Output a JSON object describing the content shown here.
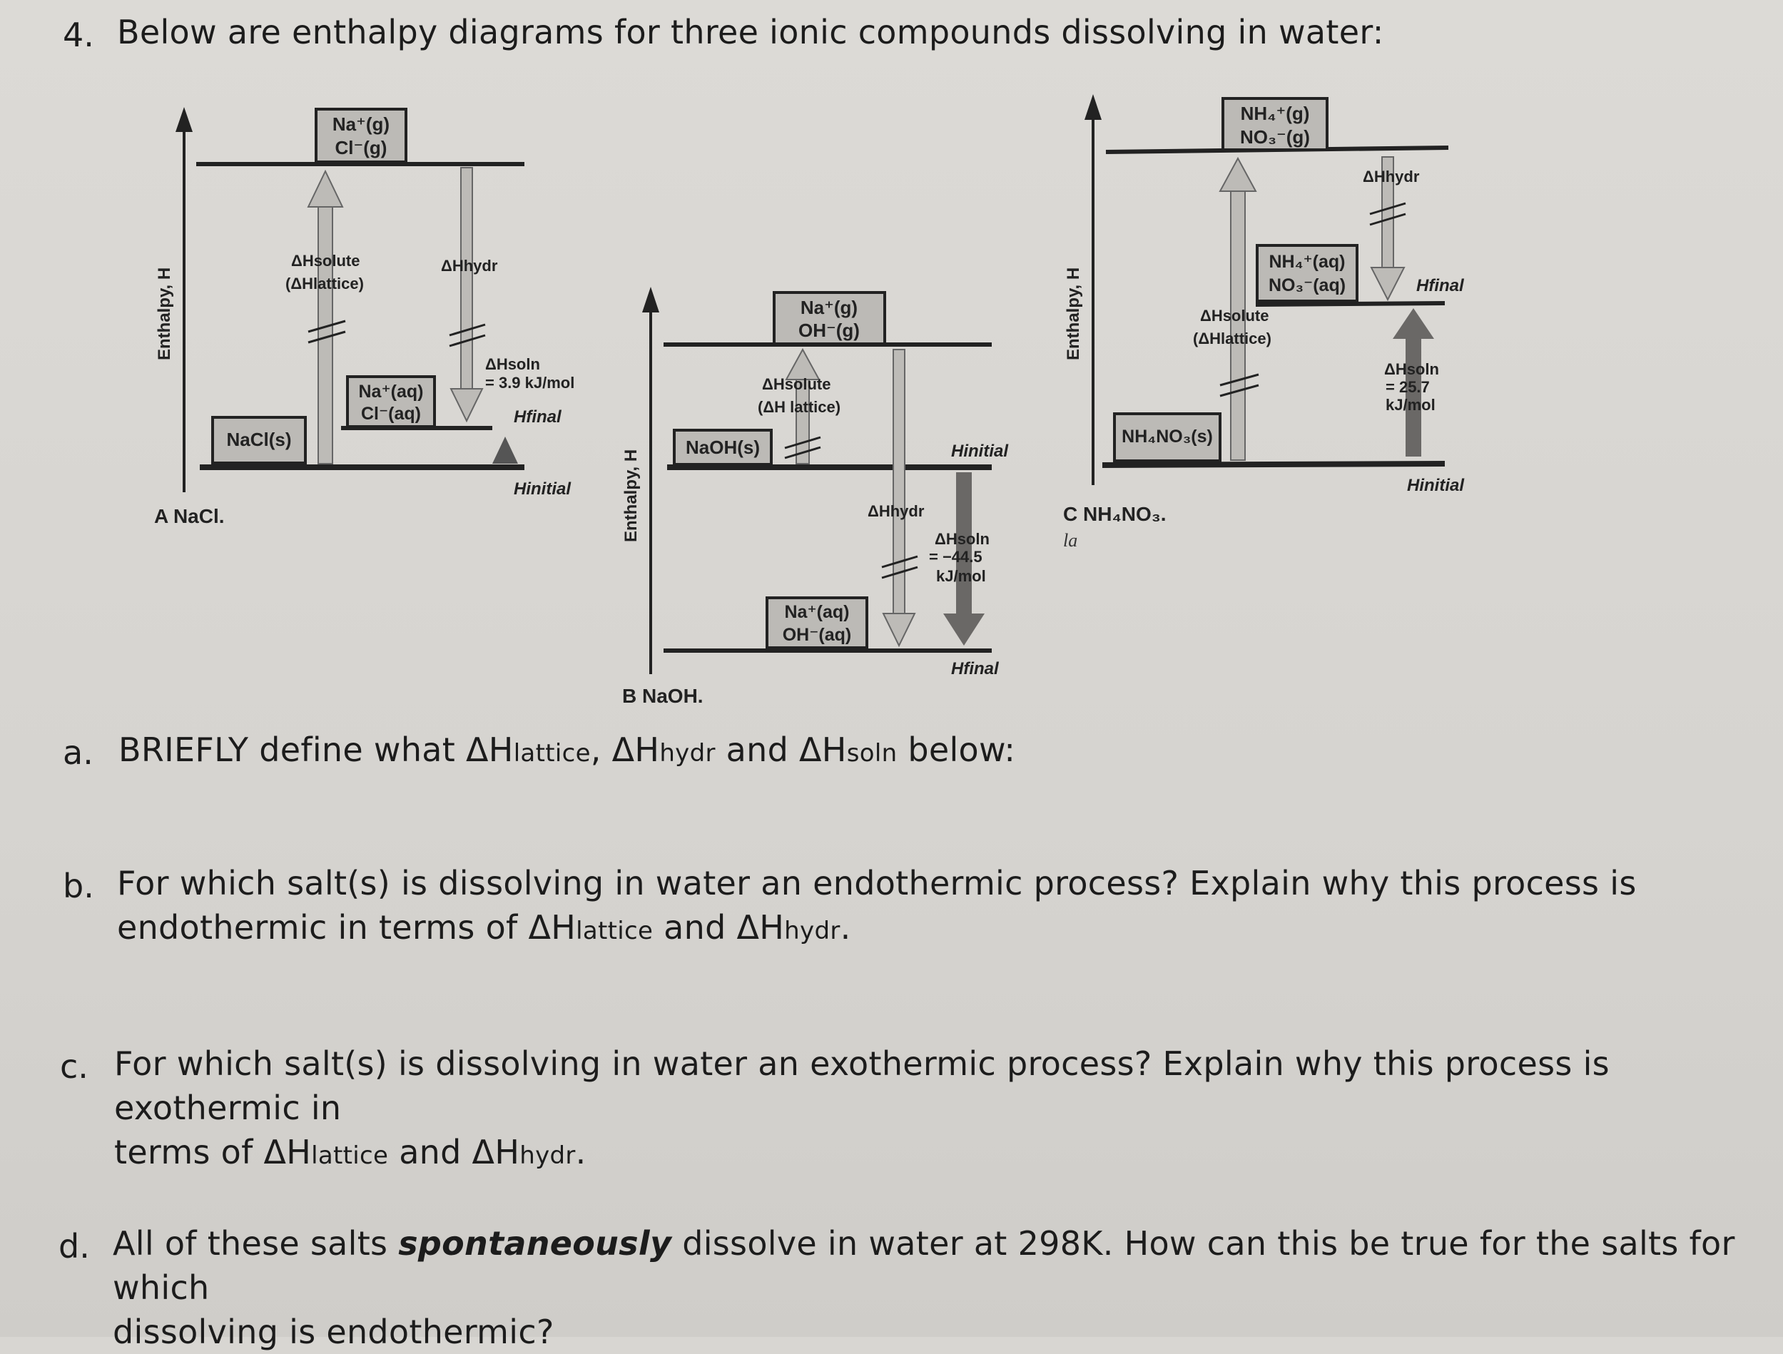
{
  "question": {
    "number": "4.",
    "text": "Below are enthalpy diagrams for three ionic compounds dissolving in water:"
  },
  "diagram_a": {
    "axis": "Enthalpy, H",
    "caption": "A NaCl.",
    "top_box": [
      "Na⁺(g)",
      "Cl⁻(g)"
    ],
    "mid_box": [
      "Na⁺(aq)",
      "Cl⁻(aq)"
    ],
    "bottom_box": "NaCl(s)",
    "solute_label": [
      "ΔHsolute",
      "(ΔHlattice)"
    ],
    "hydr_label": "ΔHhydr",
    "soln_label": [
      "ΔHsoln",
      "= 3.9 kJ/mol"
    ],
    "final_label": "Hfinal",
    "initial_label": "Hinitial"
  },
  "diagram_b": {
    "axis": "Enthalpy, H",
    "caption": "B NaOH.",
    "top_box": [
      "Na⁺(g)",
      "OH⁻(g)"
    ],
    "low_box": [
      "Na⁺(aq)",
      "OH⁻(aq)"
    ],
    "solid_box": "NaOH(s)",
    "solute_label": [
      "ΔHsolute",
      "(ΔH lattice)"
    ],
    "hydr_label": "ΔHhydr",
    "soln_label": [
      "ΔHsoln",
      "= −44.5",
      "kJ/mol"
    ],
    "initial_label": "Hinitial",
    "final_label": "Hfinal"
  },
  "diagram_c": {
    "axis": "Enthalpy, H",
    "caption": "C NH₄NO₃.",
    "caption_note": "la",
    "top_box": [
      "NH₄⁺(g)",
      "NO₃⁻(g)"
    ],
    "mid_box": [
      "NH₄⁺(aq)",
      "NO₃⁻(aq)"
    ],
    "solid_box": "NH₄NO₃(s)",
    "hydr_label": "ΔHhydr",
    "final_label": "Hfinal",
    "solute_label": [
      "ΔHsolute",
      "(ΔHlattice)"
    ],
    "soln_label": [
      "ΔHsoln",
      "= 25.7",
      "kJ/mol"
    ],
    "initial_label": "Hinitial"
  },
  "parts": {
    "a": {
      "letter": "a.",
      "t1": "BRIEFLY define what ΔH",
      "s1": "lattice",
      "t2": ", ΔH",
      "s2": "hydr",
      "t3": " and ΔH",
      "s3": "soln",
      "t4": " below:"
    },
    "b": {
      "letter": "b.",
      "line1": "For which salt(s) is dissolving in water an endothermic process? Explain why this process is",
      "t1": "endothermic in terms of ΔH",
      "s1": "lattice",
      "t2": " and ΔH",
      "s2": "hydr",
      "t3": "."
    },
    "c": {
      "letter": "c.",
      "line1": "For which salt(s) is dissolving in water an exothermic process? Explain why this process is exothermic in",
      "t1": "terms of ΔH",
      "s1": "lattice",
      "t2": " and ΔH",
      "s2": "hydr",
      "t3": "."
    },
    "d": {
      "letter": "d.",
      "t1": "All of these salts ",
      "emph": "spontaneously",
      "t2": " dissolve in water at 298K. How can this be true for the salts for which",
      "line2": "dissolving is endothermic?"
    }
  }
}
